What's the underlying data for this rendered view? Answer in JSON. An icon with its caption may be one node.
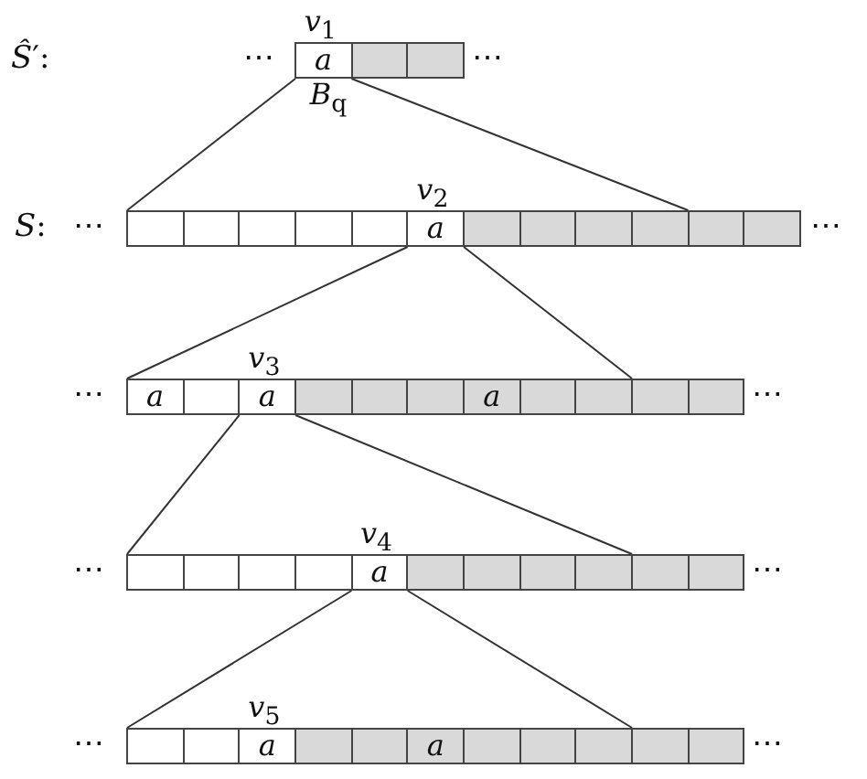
{
  "diagram": {
    "nodes": [
      {
        "text": [
          "a"
        ],
        "beside": [
          "*v*$_{1}$",
          "*B*$_{q}$"
        ]
      },
      {
        "text": [],
        "shape": "box"
      },
      {
        "text": [],
        "shape": "box"
      },
      {
        "text": [],
        "shape": "box"
      },
      {
        "text": [],
        "shape": "box"
      },
      {
        "text": [],
        "shape": "box"
      },
      {
        "text": [],
        "shape": "box"
      },
      {
        "text": [],
        "shape": "box"
      },
      {
        "text": [
          "a"
        ],
        "beside": [
          "*v*$_{2}$"
        ]
      },
      {
        "text": [],
        "shape": "box"
      },
      {
        "text": [],
        "shape": "box"
      },
      {
        "text": [],
        "shape": "box"
      },
      {
        "text": [],
        "shape": "box"
      },
      {
        "text": [],
        "shape": "box"
      },
      {
        "text": [],
        "shape": "box"
      },
      {
        "text": [
          "a"
        ]
      },
      {
        "text": [],
        "shape": "box"
      },
      {
        "text": [
          "a"
        ],
        "beside": [
          "*v*$_{3}$"
        ]
      },
      {
        "text": [],
        "shape": "box"
      },
      {
        "text": [],
        "shape": "box"
      },
      {
        "text": [],
        "shape": "box"
      },
      {
        "text": [
          "a"
        ]
      },
      {
        "text": [],
        "shape": "box"
      },
      {
        "text": [],
        "shape": "box"
      },
      {
        "text": [],
        "shape": "box"
      },
      {
        "text": [],
        "shape": "box"
      },
      {
        "text": [],
        "shape": "box"
      },
      {
        "text": [],
        "shape": "box"
      },
      {
        "text": [],
        "shape": "box"
      },
      {
        "text": [],
        "shape": "box"
      },
      {
        "text": [
          "a"
        ],
        "beside": [
          "*v*$_{4}$"
        ]
      },
      {
        "text": [],
        "shape": "box"
      },
      {
        "text": [],
        "shape": "box"
      },
      {
        "text": [],
        "shape": "box"
      },
      {
        "text": [],
        "shape": "box"
      },
      {
        "text": [],
        "shape": "box"
      },
      {
        "text": [],
        "shape": "box"
      },
      {
        "text": [],
        "shape": "box"
      },
      {
        "text": [],
        "shape": "box"
      },
      {
        "text": [
          "a"
        ],
        "beside": [
          "*v*$_{5}$"
        ]
      },
      {
        "text": [],
        "shape": "box"
      },
      {
        "text": [],
        "shape": "box"
      },
      {
        "text": [
          "a"
        ]
      },
      {
        "text": [],
        "shape": "box"
      },
      {
        "text": [],
        "shape": "box"
      },
      {
        "text": [],
        "shape": "box"
      },
      {
        "text": [],
        "shape": "box"
      },
      {
        "text": [],
        "shape": "box"
      }
    ],
    "edges": [
      {
        "from": 0,
        "to": 3,
        "arrow": "none"
      },
      {
        "from": 0,
        "to": 13,
        "arrow": "none"
      },
      {
        "from": 8,
        "to": 15,
        "arrow": "none"
      },
      {
        "from": 8,
        "to": 24,
        "arrow": "none"
      },
      {
        "from": 17,
        "to": 26,
        "arrow": "none"
      },
      {
        "from": 17,
        "to": 35,
        "arrow": "none"
      },
      {
        "from": 30,
        "to": 37,
        "arrow": "none"
      },
      {
        "from": 30,
        "to": 46,
        "arrow": "none"
      }
    ],
    "labels": [
      "*Ŝ*′:",
      "⋯",
      "⋯",
      "*S*:",
      "⋯",
      "⋯",
      "⋯",
      "⋯",
      "⋯",
      "⋯",
      "⋯",
      "⋯"
    ]
  }
}
